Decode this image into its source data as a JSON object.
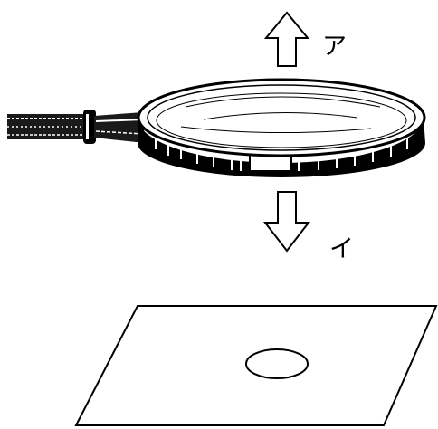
{
  "labels": {
    "up": "ア",
    "down": "イ"
  },
  "colors": {
    "line": "#000000",
    "background": "#ffffff"
  },
  "elements": {
    "magnifying_glass": "magnifying-glass-icon",
    "arrow_up": "arrow-up-icon",
    "arrow_down": "arrow-down-icon",
    "paper": "paper-sheet",
    "light_spot": "light-spot-ellipse"
  }
}
